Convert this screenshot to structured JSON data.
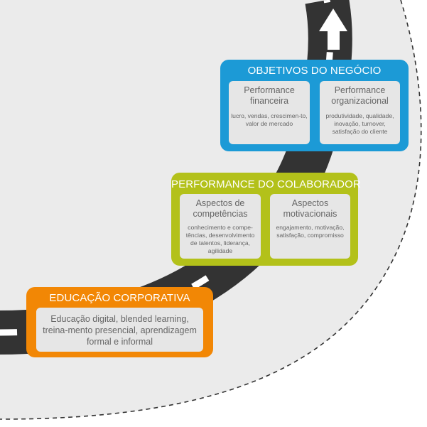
{
  "colors": {
    "background": "#ebebeb",
    "road": "#333333",
    "road_marking": "#ffffff",
    "orange": "#f28705",
    "green": "#b3c11a",
    "blue": "#1c9ad6",
    "subbox": "#e6e6e6",
    "subtext": "#666666"
  },
  "icons": {
    "road": "curved-road",
    "arrow": "up-arrow-icon",
    "boundary": "dashed-arc"
  },
  "blocks": {
    "educacao": {
      "title": "EDUCAÇÃO CORPORATIVA",
      "text": "Educação digital, blended learning, treina-mento presencial, aprendizagem formal e informal"
    },
    "colaborador": {
      "title": "PERFORMANCE DO COLABORADOR",
      "left": {
        "title": "Aspectos de competências",
        "text": "conhecimento e compe-tências, desenvolvimento de talentos, liderança, agilidade"
      },
      "right": {
        "title": "Aspectos motivacionais",
        "text": "engajamento, motivação, satisfação, compromisso"
      }
    },
    "objetivos": {
      "title": "OBJETIVOS DO NEGÓCIO",
      "left": {
        "title": "Performance financeira",
        "text": "lucro, vendas, crescimen-to, valor de mercado"
      },
      "right": {
        "title": "Performance organizacional",
        "text": "produtividade, qualidade, inovação, turnover, satisfação do cliente"
      }
    }
  }
}
